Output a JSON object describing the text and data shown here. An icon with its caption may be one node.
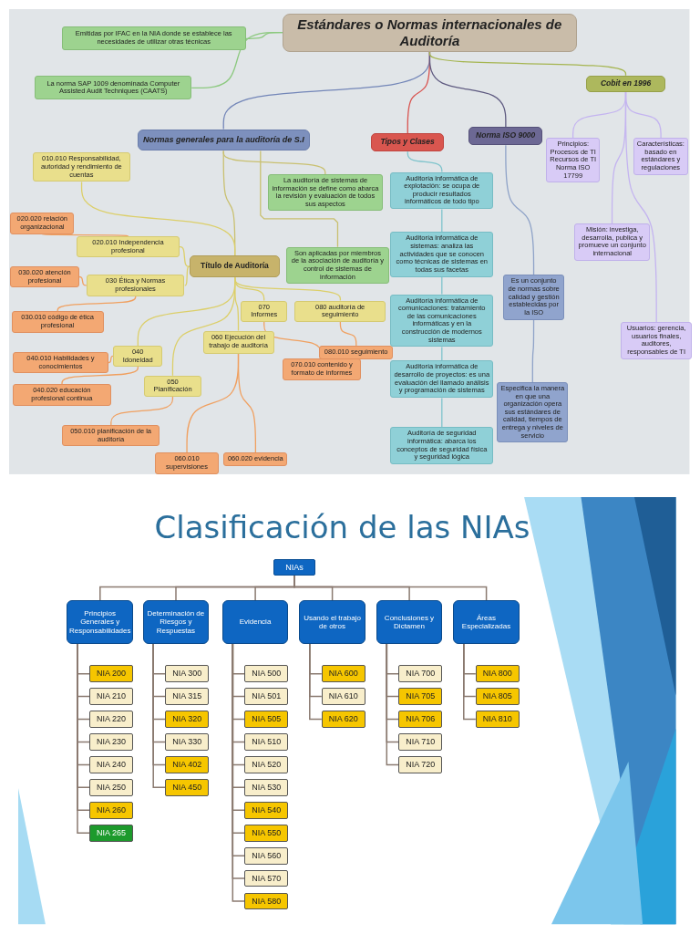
{
  "diagram": {
    "nodes": [
      {
        "text": [
          "Estándares o Normas internacionales de Auditoría"
        ]
      },
      {
        "text": [
          "Emitidas por IFAC en la NIA donde se establece las necesidades de utilizar otras técnicas"
        ]
      },
      {
        "text": [
          "La norma SAP 1009 denominada Computer Assisted Audit Techniques (CAATS)"
        ]
      },
      {
        "text": [
          "Normas generales para la auditoría de S.I"
        ]
      },
      {
        "text": [
          "Tipos y Clases"
        ]
      },
      {
        "text": [
          "Norma ISO 9000"
        ]
      },
      {
        "text": [
          "Cobit en 1996"
        ]
      },
      {
        "text": [
          "Título de Auditoría"
        ]
      },
      {
        "text": [
          "La auditoría de sistemas de información se define como abarca la revisión y evaluación de todos sus aspectos"
        ]
      },
      {
        "text": [
          "Son aplicadas por miembros de la asociación de auditoría y control de sistemas de información"
        ]
      },
      {
        "text": [
          "010.010 Responsabilidad, autoridad y rendimiento de cuentas"
        ]
      },
      {
        "text": [
          "020.010 Independencia profesional"
        ]
      },
      {
        "text": [
          "030 Ética y Normas profesionales"
        ]
      },
      {
        "text": [
          "040 Idoneidad"
        ]
      },
      {
        "text": [
          "050 Planificación"
        ]
      },
      {
        "text": [
          "060 Ejecución del trabajo de auditoría"
        ]
      },
      {
        "text": [
          "070 Informes"
        ]
      },
      {
        "text": [
          "080 auditoría de seguimiento"
        ]
      },
      {
        "text": [
          "020.020 relación organizacional"
        ]
      },
      {
        "text": [
          "030.020 atención profesional"
        ]
      },
      {
        "text": [
          "030.010 código de ética profesional"
        ]
      },
      {
        "text": [
          "040.010 Habilidades y conocimientos"
        ]
      },
      {
        "text": [
          "040.020 educación profesional continua"
        ]
      },
      {
        "text": [
          "050.010 planificación de la auditoría"
        ]
      },
      {
        "text": [
          "060.010 supervisiones"
        ]
      },
      {
        "text": [
          "070.010 contenido y formato de informes"
        ]
      },
      {
        "text": [
          "060.020 evidencia"
        ]
      },
      {
        "text": [
          "080.010 seguimiento"
        ]
      },
      {
        "text": [
          "Auditoría informática de explotación: se ocupa de producir resultados informáticos de todo tipo"
        ]
      },
      {
        "text": [
          "Auditoría informática de sistemas: analiza las actividades que se conocen como técnicas de sistemas en todas sus facetas"
        ]
      },
      {
        "text": [
          "Auditoría informática de comunicaciones: tratamiento de las comunicaciones informáticas y en la construcción de modernos sistemas"
        ]
      },
      {
        "text": [
          "Auditoría informática de desarrollo de proyectos: es una evaluación del llamado análisis y programación de sistemas"
        ]
      },
      {
        "text": [
          "Auditoría de seguridad informática: abarca los conceptos de seguridad física y seguridad lógica"
        ]
      },
      {
        "text": [
          "Es un conjunto de normas sobre calidad y gestión establecidas por la ISO"
        ]
      },
      {
        "text": [
          "Especifica la manera en que una organización opera sus estándares de calidad, tiempos de entrega y niveles de servicio"
        ]
      },
      {
        "text": [
          "Principios: Procesos de TI Recursos de TI Norma ISO 17799"
        ]
      },
      {
        "text": [
          "Misión: investiga, desarrolla, publica y promueve un conjunto internacional"
        ]
      },
      {
        "text": [
          "Usuarios: gerencia, usuarios finales, auditores, responsables de TI"
        ]
      },
      {
        "text": [
          "Características: basado en estándares y regulaciones"
        ]
      },
      {
        "text": [
          "NIAs"
        ]
      },
      {
        "text": [
          "Principios Generales y Responsabilidades"
        ]
      },
      {
        "text": [
          "Determinación de Riesgos y Respuestas"
        ]
      },
      {
        "text": [
          "Evidencia"
        ]
      },
      {
        "text": [
          "Usando el trabajo de otros"
        ]
      },
      {
        "text": [
          "Conclusiones y Dictamen"
        ]
      },
      {
        "text": [
          "Áreas Especializadas"
        ]
      },
      {
        "text": [
          "NIA 200"
        ]
      },
      {
        "text": [
          "NIA 210"
        ]
      },
      {
        "text": [
          "NIA 220"
        ]
      },
      {
        "text": [
          "NIA 230"
        ]
      },
      {
        "text": [
          "NIA 240"
        ]
      },
      {
        "text": [
          "NIA 250"
        ]
      },
      {
        "text": [
          "NIA 260"
        ]
      },
      {
        "text": [
          "NIA 265"
        ]
      },
      {
        "text": [
          "NIA 300"
        ]
      },
      {
        "text": [
          "NIA 315"
        ]
      },
      {
        "text": [
          "NIA 320"
        ]
      },
      {
        "text": [
          "NIA 330"
        ]
      },
      {
        "text": [
          "NIA 402"
        ]
      },
      {
        "text": [
          "NIA 450"
        ]
      },
      {
        "text": [
          "NIA 500"
        ]
      },
      {
        "text": [
          "NIA 501"
        ]
      },
      {
        "text": [
          "NIA 505"
        ]
      },
      {
        "text": [
          "NIA 510"
        ]
      },
      {
        "text": [
          "NIA 520"
        ]
      },
      {
        "text": [
          "NIA 530"
        ]
      },
      {
        "text": [
          "NIA 540"
        ]
      },
      {
        "text": [
          "NIA 550"
        ]
      },
      {
        "text": [
          "NIA 560"
        ]
      },
      {
        "text": [
          "NIA 570"
        ]
      },
      {
        "text": [
          "NIA 580"
        ]
      },
      {
        "text": [
          "NIA 600"
        ]
      },
      {
        "text": [
          "NIA 610"
        ]
      },
      {
        "text": [
          "NIA 620"
        ]
      },
      {
        "text": [
          "NIA 700"
        ]
      },
      {
        "text": [
          "NIA 705"
        ]
      },
      {
        "text": [
          "NIA 706"
        ]
      },
      {
        "text": [
          "NIA 710"
        ]
      },
      {
        "text": [
          "NIA 720"
        ]
      },
      {
        "text": [
          "NIA 800"
        ]
      },
      {
        "text": [
          "NIA 805"
        ]
      },
      {
        "text": [
          "NIA 810"
        ]
      }
    ],
    "edges": [
      {
        "from": 0,
        "to": 1,
        "arrow": "none",
        "color": "#8cc97f"
      },
      {
        "from": 0,
        "to": 2,
        "arrow": "none",
        "color": "#8cc97f"
      },
      {
        "from": 0,
        "to": 3,
        "arrow": "none",
        "color": "#7386b8"
      },
      {
        "from": 0,
        "to": 4,
        "arrow": "none",
        "color": "#d9534f"
      },
      {
        "from": 0,
        "to": 5,
        "arrow": "none",
        "color": "#5e5a80"
      },
      {
        "from": 0,
        "to": 6,
        "arrow": "none",
        "color": "#a5b550"
      },
      {
        "from": 3,
        "to": 7,
        "arrow": "none",
        "color": "#c9c070"
      },
      {
        "from": 3,
        "to": 8,
        "arrow": "none",
        "color": "#c9c070"
      },
      {
        "from": 3,
        "to": 9,
        "arrow": "none",
        "color": "#c9c070"
      },
      {
        "from": 7,
        "to": 10,
        "arrow": "none",
        "color": "#dccf6a"
      },
      {
        "from": 7,
        "to": 11,
        "arrow": "none",
        "color": "#dccf6a"
      },
      {
        "from": 7,
        "to": 12,
        "arrow": "none",
        "color": "#dccf6a"
      },
      {
        "from": 7,
        "to": 13,
        "arrow": "none",
        "color": "#dccf6a"
      },
      {
        "from": 7,
        "to": 14,
        "arrow": "none",
        "color": "#dccf6a"
      },
      {
        "from": 7,
        "to": 15,
        "arrow": "none",
        "color": "#dccf6a"
      },
      {
        "from": 7,
        "to": 16,
        "arrow": "none",
        "color": "#dccf6a"
      },
      {
        "from": 7,
        "to": 17,
        "arrow": "none",
        "color": "#dccf6a"
      },
      {
        "from": 11,
        "to": 18,
        "arrow": "none",
        "color": "#f0a060"
      },
      {
        "from": 12,
        "to": 19,
        "arrow": "none",
        "color": "#f0a060"
      },
      {
        "from": 12,
        "to": 20,
        "arrow": "none",
        "color": "#f0a060"
      },
      {
        "from": 13,
        "to": 21,
        "arrow": "none",
        "color": "#f0a060"
      },
      {
        "from": 13,
        "to": 22,
        "arrow": "none",
        "color": "#f0a060"
      },
      {
        "from": 14,
        "to": 23,
        "arrow": "none",
        "color": "#f0a060"
      },
      {
        "from": 15,
        "to": 24,
        "arrow": "none",
        "color": "#f0a060"
      },
      {
        "from": 15,
        "to": 26,
        "arrow": "none",
        "color": "#f0a060"
      },
      {
        "from": 16,
        "to": 25,
        "arrow": "none",
        "color": "#f0a060"
      },
      {
        "from": 17,
        "to": 27,
        "arrow": "none",
        "color": "#f0a060"
      },
      {
        "from": 4,
        "to": 28,
        "arrow": "none",
        "color": "#7fc4cc"
      },
      {
        "from": 28,
        "to": 29,
        "arrow": "none",
        "color": "#7fc4cc"
      },
      {
        "from": 29,
        "to": 30,
        "arrow": "none",
        "color": "#7fc4cc"
      },
      {
        "from": 30,
        "to": 31,
        "arrow": "none",
        "color": "#7fc4cc"
      },
      {
        "from": 31,
        "to": 32,
        "arrow": "none",
        "color": "#7fc4cc"
      },
      {
        "from": 5,
        "to": 33,
        "arrow": "none",
        "color": "#8fa3c8"
      },
      {
        "from": 33,
        "to": 34,
        "arrow": "none",
        "color": "#8fa3c8"
      },
      {
        "from": 6,
        "to": 35,
        "arrow": "none",
        "color": "#c4b4f0"
      },
      {
        "from": 6,
        "to": 36,
        "arrow": "none",
        "color": "#c4b4f0"
      },
      {
        "from": 6,
        "to": 37,
        "arrow": "none",
        "color": "#c4b4f0"
      },
      {
        "from": 6,
        "to": 38,
        "arrow": "none",
        "color": "#c4b4f0"
      },
      {
        "from": 39,
        "to": 40,
        "arrow": "none"
      },
      {
        "from": 39,
        "to": 41,
        "arrow": "none"
      },
      {
        "from": 39,
        "to": 42,
        "arrow": "none"
      },
      {
        "from": 39,
        "to": 43,
        "arrow": "none"
      },
      {
        "from": 39,
        "to": 44,
        "arrow": "none"
      },
      {
        "from": 39,
        "to": 45,
        "arrow": "none"
      },
      {
        "from": 40,
        "to": 46,
        "arrow": "none"
      },
      {
        "from": 40,
        "to": 47,
        "arrow": "none"
      },
      {
        "from": 40,
        "to": 48,
        "arrow": "none"
      },
      {
        "from": 40,
        "to": 49,
        "arrow": "none"
      },
      {
        "from": 40,
        "to": 50,
        "arrow": "none"
      },
      {
        "from": 40,
        "to": 51,
        "arrow": "none"
      },
      {
        "from": 40,
        "to": 52,
        "arrow": "none"
      },
      {
        "from": 40,
        "to": 53,
        "arrow": "none"
      },
      {
        "from": 41,
        "to": 54,
        "arrow": "none"
      },
      {
        "from": 41,
        "to": 55,
        "arrow": "none"
      },
      {
        "from": 41,
        "to": 56,
        "arrow": "none"
      },
      {
        "from": 41,
        "to": 57,
        "arrow": "none"
      },
      {
        "from": 41,
        "to": 58,
        "arrow": "none"
      },
      {
        "from": 41,
        "to": 59,
        "arrow": "none"
      },
      {
        "from": 42,
        "to": 60,
        "arrow": "none"
      },
      {
        "from": 42,
        "to": 61,
        "arrow": "none"
      },
      {
        "from": 42,
        "to": 62,
        "arrow": "none"
      },
      {
        "from": 42,
        "to": 63,
        "arrow": "none"
      },
      {
        "from": 42,
        "to": 64,
        "arrow": "none"
      },
      {
        "from": 42,
        "to": 65,
        "arrow": "none"
      },
      {
        "from": 42,
        "to": 66,
        "arrow": "none"
      },
      {
        "from": 42,
        "to": 67,
        "arrow": "none"
      },
      {
        "from": 42,
        "to": 68,
        "arrow": "none"
      },
      {
        "from": 42,
        "to": 69,
        "arrow": "none"
      },
      {
        "from": 42,
        "to": 70,
        "arrow": "none"
      },
      {
        "from": 43,
        "to": 71,
        "arrow": "none"
      },
      {
        "from": 43,
        "to": 72,
        "arrow": "none"
      },
      {
        "from": 43,
        "to": 73,
        "arrow": "none"
      },
      {
        "from": 44,
        "to": 74,
        "arrow": "none"
      },
      {
        "from": 44,
        "to": 75,
        "arrow": "none"
      },
      {
        "from": 44,
        "to": 76,
        "arrow": "none"
      },
      {
        "from": 44,
        "to": 77,
        "arrow": "none"
      },
      {
        "from": 44,
        "to": 78,
        "arrow": "none"
      },
      {
        "from": 45,
        "to": 79,
        "arrow": "none"
      },
      {
        "from": 45,
        "to": 80,
        "arrow": "none"
      },
      {
        "from": 45,
        "to": 81,
        "arrow": "none"
      }
    ],
    "labels": [
      "Clasificación de las NIAs"
    ]
  }
}
